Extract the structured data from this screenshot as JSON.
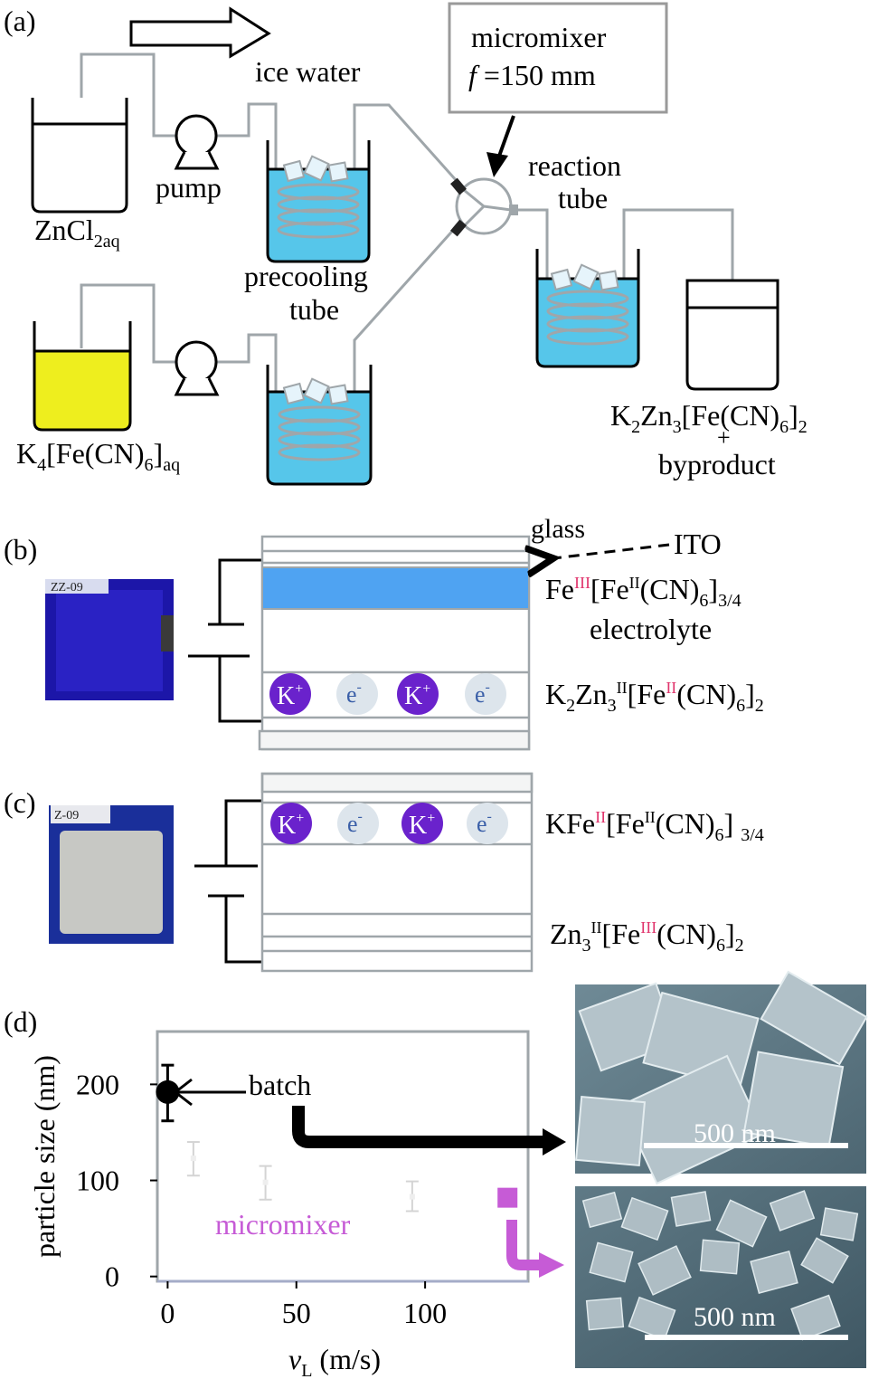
{
  "panel_a": {
    "label": "(a)",
    "ice_water": "ice water",
    "micromixer_line1": "micromixer",
    "micromixer_f": "f",
    "micromixer_line2_rest": " =150 mm",
    "reaction_line1": "reaction",
    "reaction_line2": "tube",
    "pump_label": "pump",
    "precooling_line1": "precooling",
    "precooling_line2": "tube",
    "zncl2_main": "ZnCl",
    "zncl2_sub": "2aq",
    "kfe_k": "K",
    "kfe_4": "4",
    "kfe_mid": "[Fe(CN)",
    "kfe_6": "6",
    "kfe_end": "]",
    "kfe_aq": "aq",
    "product_k": "K",
    "product_2": "2",
    "product_zn": "Zn",
    "product_3": "3",
    "product_mid": "[Fe(CN)",
    "product_6": "6",
    "product_end": "]",
    "product_sub2": "2",
    "plus": "+",
    "byproduct": "byproduct"
  },
  "panel_b": {
    "label": "(b)",
    "photo_text": "ZZ-09",
    "glass": "glass",
    "ito": "ITO",
    "fe_a": "Fe",
    "fe_a_ox": "III",
    "fe_b": "[Fe",
    "fe_b_ox": "II",
    "fe_c": "(CN)",
    "fe_c_sub": "6",
    "fe_d": "]",
    "fe_d_sub": "3/4",
    "electrolyte": "electrolyte",
    "kzn_a": "K",
    "kzn_a_sub": "2",
    "kzn_b": "Zn",
    "kzn_b_sub": "3",
    "kzn_b_ox": "II",
    "kzn_c": "[Fe",
    "kzn_c_ox": "II",
    "kzn_d": "(CN)",
    "kzn_d_sub": "6",
    "kzn_e": "]",
    "kzn_e_sub": "2",
    "k_ion": "K",
    "k_charge": "+",
    "e_ion": "e",
    "e_charge": "-"
  },
  "panel_c": {
    "label": "(c)",
    "photo_text": "Z-09",
    "kfe_a": "KFe",
    "kfe_a_ox": "II",
    "kfe_b": "[Fe",
    "kfe_b_ox": "II",
    "kfe_c": "(CN)",
    "kfe_c_sub": "6",
    "kfe_d": "]",
    "kfe_d_sub": "3/4",
    "zn_a": "Zn",
    "zn_a_sub": "3",
    "zn_a_ox": "II",
    "zn_b": "[Fe",
    "zn_b_ox": "III",
    "zn_c": "(CN)",
    "zn_c_sub": "6",
    "zn_d": "]",
    "zn_d_sub": "2",
    "k_ion": "K",
    "k_charge": "+",
    "e_ion": "e",
    "e_charge": "-"
  },
  "panel_d": {
    "label": "(d)",
    "batch_label": "batch",
    "micromixer_label": "micromixer",
    "sem_scale_top": "500 nm",
    "sem_scale_bottom": "500 nm"
  },
  "colors": {
    "ice_blue": "#56c6ea",
    "yellow": "#eeee1e",
    "layer_blue": "#4fa3f2",
    "k_ion": "#6a22cc",
    "electron": "#dde5ec",
    "red_oxidation": "#e0346c",
    "micromixer_purple": "#c65bd6",
    "tube_gray": "#9fa6aa"
  },
  "chart_data": {
    "type": "scatter",
    "xlabel_main": "v",
    "xlabel_sub": "L",
    "xlabel_unit": " (m/s)",
    "ylabel": "particle size  (nm)",
    "xlim": [
      -4,
      140
    ],
    "ylim": [
      -5,
      255
    ],
    "x_ticks": [
      0,
      50,
      100
    ],
    "y_ticks": [
      0,
      100,
      200
    ],
    "series": [
      {
        "name": "batch",
        "color": "#000000",
        "points": [
          {
            "x": 0,
            "y": 192,
            "err_low": 162,
            "err_high": 220
          }
        ]
      },
      {
        "name": "micromixer",
        "color": "#c65bd6",
        "points": [
          {
            "x": 10,
            "y": 123,
            "err_low": 105,
            "err_high": 140
          },
          {
            "x": 38,
            "y": 98,
            "err_low": 80,
            "err_high": 115
          },
          {
            "x": 95,
            "y": 83,
            "err_low": 68,
            "err_high": 99
          },
          {
            "x": 132,
            "y": 82,
            "err_low": 74,
            "err_high": 90
          }
        ]
      }
    ]
  }
}
